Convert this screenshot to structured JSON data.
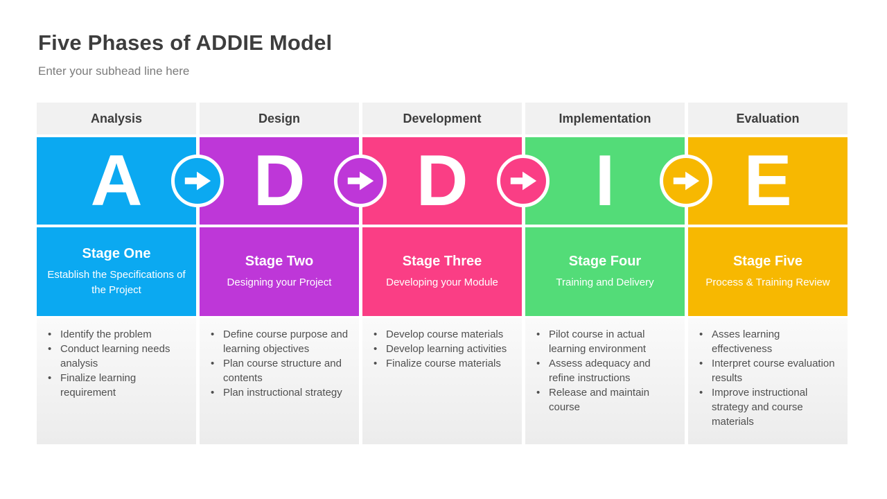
{
  "slide": {
    "title": "Five Phases of ADDIE Model",
    "subtitle": "Enter your subhead line here"
  },
  "ui": {
    "bullet_char": "•"
  },
  "colors": {
    "blue": "#0BA9F1",
    "purple": "#BE37D8",
    "pink": "#FA3E85",
    "green": "#53DC78",
    "yellow": "#F7B801",
    "header_bg": "#F1F1F1"
  },
  "columns": [
    {
      "phase": "Analysis",
      "letter": "A",
      "color": "#0BA9F1",
      "stage_title": "Stage One",
      "stage_subtitle": "Establish the Specifications of the Project",
      "bullets": [
        "Identify the problem",
        "Conduct learning needs analysis",
        "Finalize learning requirement"
      ]
    },
    {
      "phase": "Design",
      "letter": "D",
      "color": "#BE37D8",
      "stage_title": "Stage Two",
      "stage_subtitle": "Designing your Project",
      "bullets": [
        "Define course purpose and learning objectives",
        "Plan course structure and contents",
        "Plan instructional strategy"
      ]
    },
    {
      "phase": "Development",
      "letter": "D",
      "color": "#FA3E85",
      "stage_title": "Stage Three",
      "stage_subtitle": "Developing your Module",
      "bullets": [
        "Develop course materials",
        "Develop learning activities",
        "Finalize course materials"
      ]
    },
    {
      "phase": "Implementation",
      "letter": "I",
      "color": "#53DC78",
      "stage_title": "Stage Four",
      "stage_subtitle": "Training and Delivery",
      "bullets": [
        "Pilot course in actual learning environment",
        "Assess adequacy and refine instructions",
        "Release and maintain course"
      ]
    },
    {
      "phase": "Evaluation",
      "letter": "E",
      "color": "#F7B801",
      "stage_title": "Stage Five",
      "stage_subtitle": "Process & Training Review",
      "bullets": [
        "Asses learning effectiveness",
        "Interpret course evaluation results",
        "Improve instructional strategy and course materials"
      ]
    }
  ],
  "connectors": [
    {
      "icon": "right-arrow-icon",
      "color": "#0BA9F1"
    },
    {
      "icon": "right-arrow-icon",
      "color": "#BE37D8"
    },
    {
      "icon": "right-arrow-icon",
      "color": "#FA3E85"
    },
    {
      "icon": "right-arrow-icon",
      "color": "#F7B801"
    }
  ]
}
